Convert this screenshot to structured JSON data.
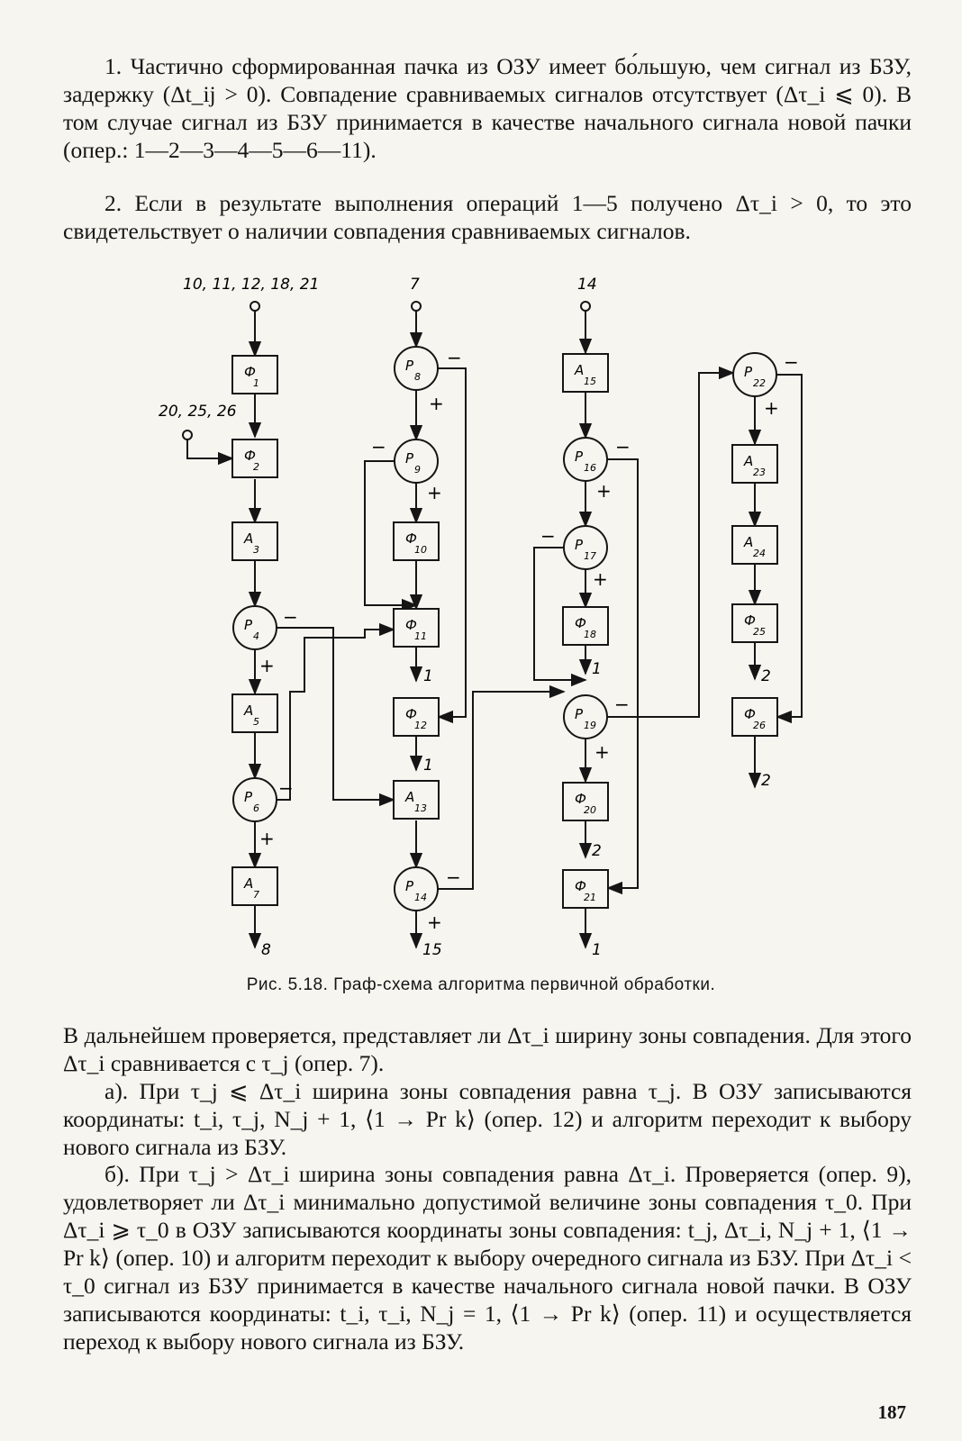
{
  "text": {
    "p1": "1. Частично сформированная пачка из ОЗУ имеет бо́льшую, чем сигнал из БЗУ, задержку (Δt_ij > 0). Совпадение сравниваемых сигналов отсутствует (Δτ_i ⩽ 0). В том случае сигнал из БЗУ принимается в качестве начального сигнала новой пачки (опер.: 1—2—3—4—5—6—11).",
    "p2": "2. Если в результате выполнения операций 1—5 получено Δτ_i > 0, то это свидетельствует о наличии совпадения сравниваемых сигналов.",
    "caption": "Рис. 5.18. Граф-схема алгоритма первичной обработки.",
    "p3": "В дальнейшем проверяется, представляет ли Δτ_i ширину зоны совпадения. Для этого Δτ_i сравнивается с τ_j (опер. 7).",
    "p4": "а). При τ_j ⩽ Δτ_i ширина зоны совпадения равна τ_j. В ОЗУ записываются координаты: t_i, τ_j, N_j + 1, ⟨1 → Pr k⟩ (опер. 12) и алгоритм переходит к выбору нового сигнала из БЗУ.",
    "p5": "б). При τ_j > Δτ_i ширина зоны совпадения равна Δτ_i. Проверяется (опер. 9), удовлетворяет ли Δτ_i минимально допустимой величине зоны совпадения τ_0. При Δτ_i ⩾ τ_0 в ОЗУ записываются координаты зоны совпадения: t_j, Δτ_i, N_j + 1, ⟨1 → Pr k⟩ (опер. 10) и алгоритм переходит к выбору очередного сигнала из БЗУ. При Δτ_i < τ_0 сигнал из БЗУ принимается в качестве начального сигнала новой пачки. В ОЗУ записываются координаты: t_i, τ_i, N_j = 1, ⟨1 → Pr k⟩ (опер. 11) и осуществляется переход к выбору нового сигнала из БЗУ.",
    "page_number": "187"
  },
  "diagram": {
    "entries": {
      "col1": "10, 11, 12, 18, 21",
      "side": "20, 25, 26",
      "col2": "7",
      "col3": "14"
    },
    "exits": {
      "A7": "8",
      "P14": "15",
      "F11": "1",
      "F12": "1",
      "F18": "1",
      "F20": "2",
      "F21": "1",
      "F25": "2",
      "F26": "2"
    },
    "nodes": [
      {
        "id": "F1",
        "letter": "Ф",
        "num": "1"
      },
      {
        "id": "F2",
        "letter": "Ф",
        "num": "2"
      },
      {
        "id": "A3",
        "letter": "A",
        "num": "3"
      },
      {
        "id": "P4",
        "letter": "P",
        "num": "4"
      },
      {
        "id": "A5",
        "letter": "A",
        "num": "5"
      },
      {
        "id": "P6",
        "letter": "P",
        "num": "6"
      },
      {
        "id": "A7",
        "letter": "A",
        "num": "7"
      },
      {
        "id": "P8",
        "letter": "P",
        "num": "8"
      },
      {
        "id": "P9",
        "letter": "P",
        "num": "9"
      },
      {
        "id": "F10",
        "letter": "Ф",
        "num": "10"
      },
      {
        "id": "F11",
        "letter": "Ф",
        "num": "11"
      },
      {
        "id": "F12",
        "letter": "Ф",
        "num": "12"
      },
      {
        "id": "A13",
        "letter": "A",
        "num": "13"
      },
      {
        "id": "P14",
        "letter": "P",
        "num": "14"
      },
      {
        "id": "A15",
        "letter": "A",
        "num": "15"
      },
      {
        "id": "P16",
        "letter": "P",
        "num": "16"
      },
      {
        "id": "P17",
        "letter": "P",
        "num": "17"
      },
      {
        "id": "F18",
        "letter": "Ф",
        "num": "18"
      },
      {
        "id": "P19",
        "letter": "P",
        "num": "19"
      },
      {
        "id": "F20",
        "letter": "Ф",
        "num": "20"
      },
      {
        "id": "F21",
        "letter": "Ф",
        "num": "21"
      },
      {
        "id": "P22",
        "letter": "P",
        "num": "22"
      },
      {
        "id": "A23",
        "letter": "A",
        "num": "23"
      },
      {
        "id": "A24",
        "letter": "A",
        "num": "24"
      },
      {
        "id": "F25",
        "letter": "Ф",
        "num": "25"
      },
      {
        "id": "F26",
        "letter": "Ф",
        "num": "26"
      }
    ],
    "plus": "+",
    "minus": "−"
  }
}
